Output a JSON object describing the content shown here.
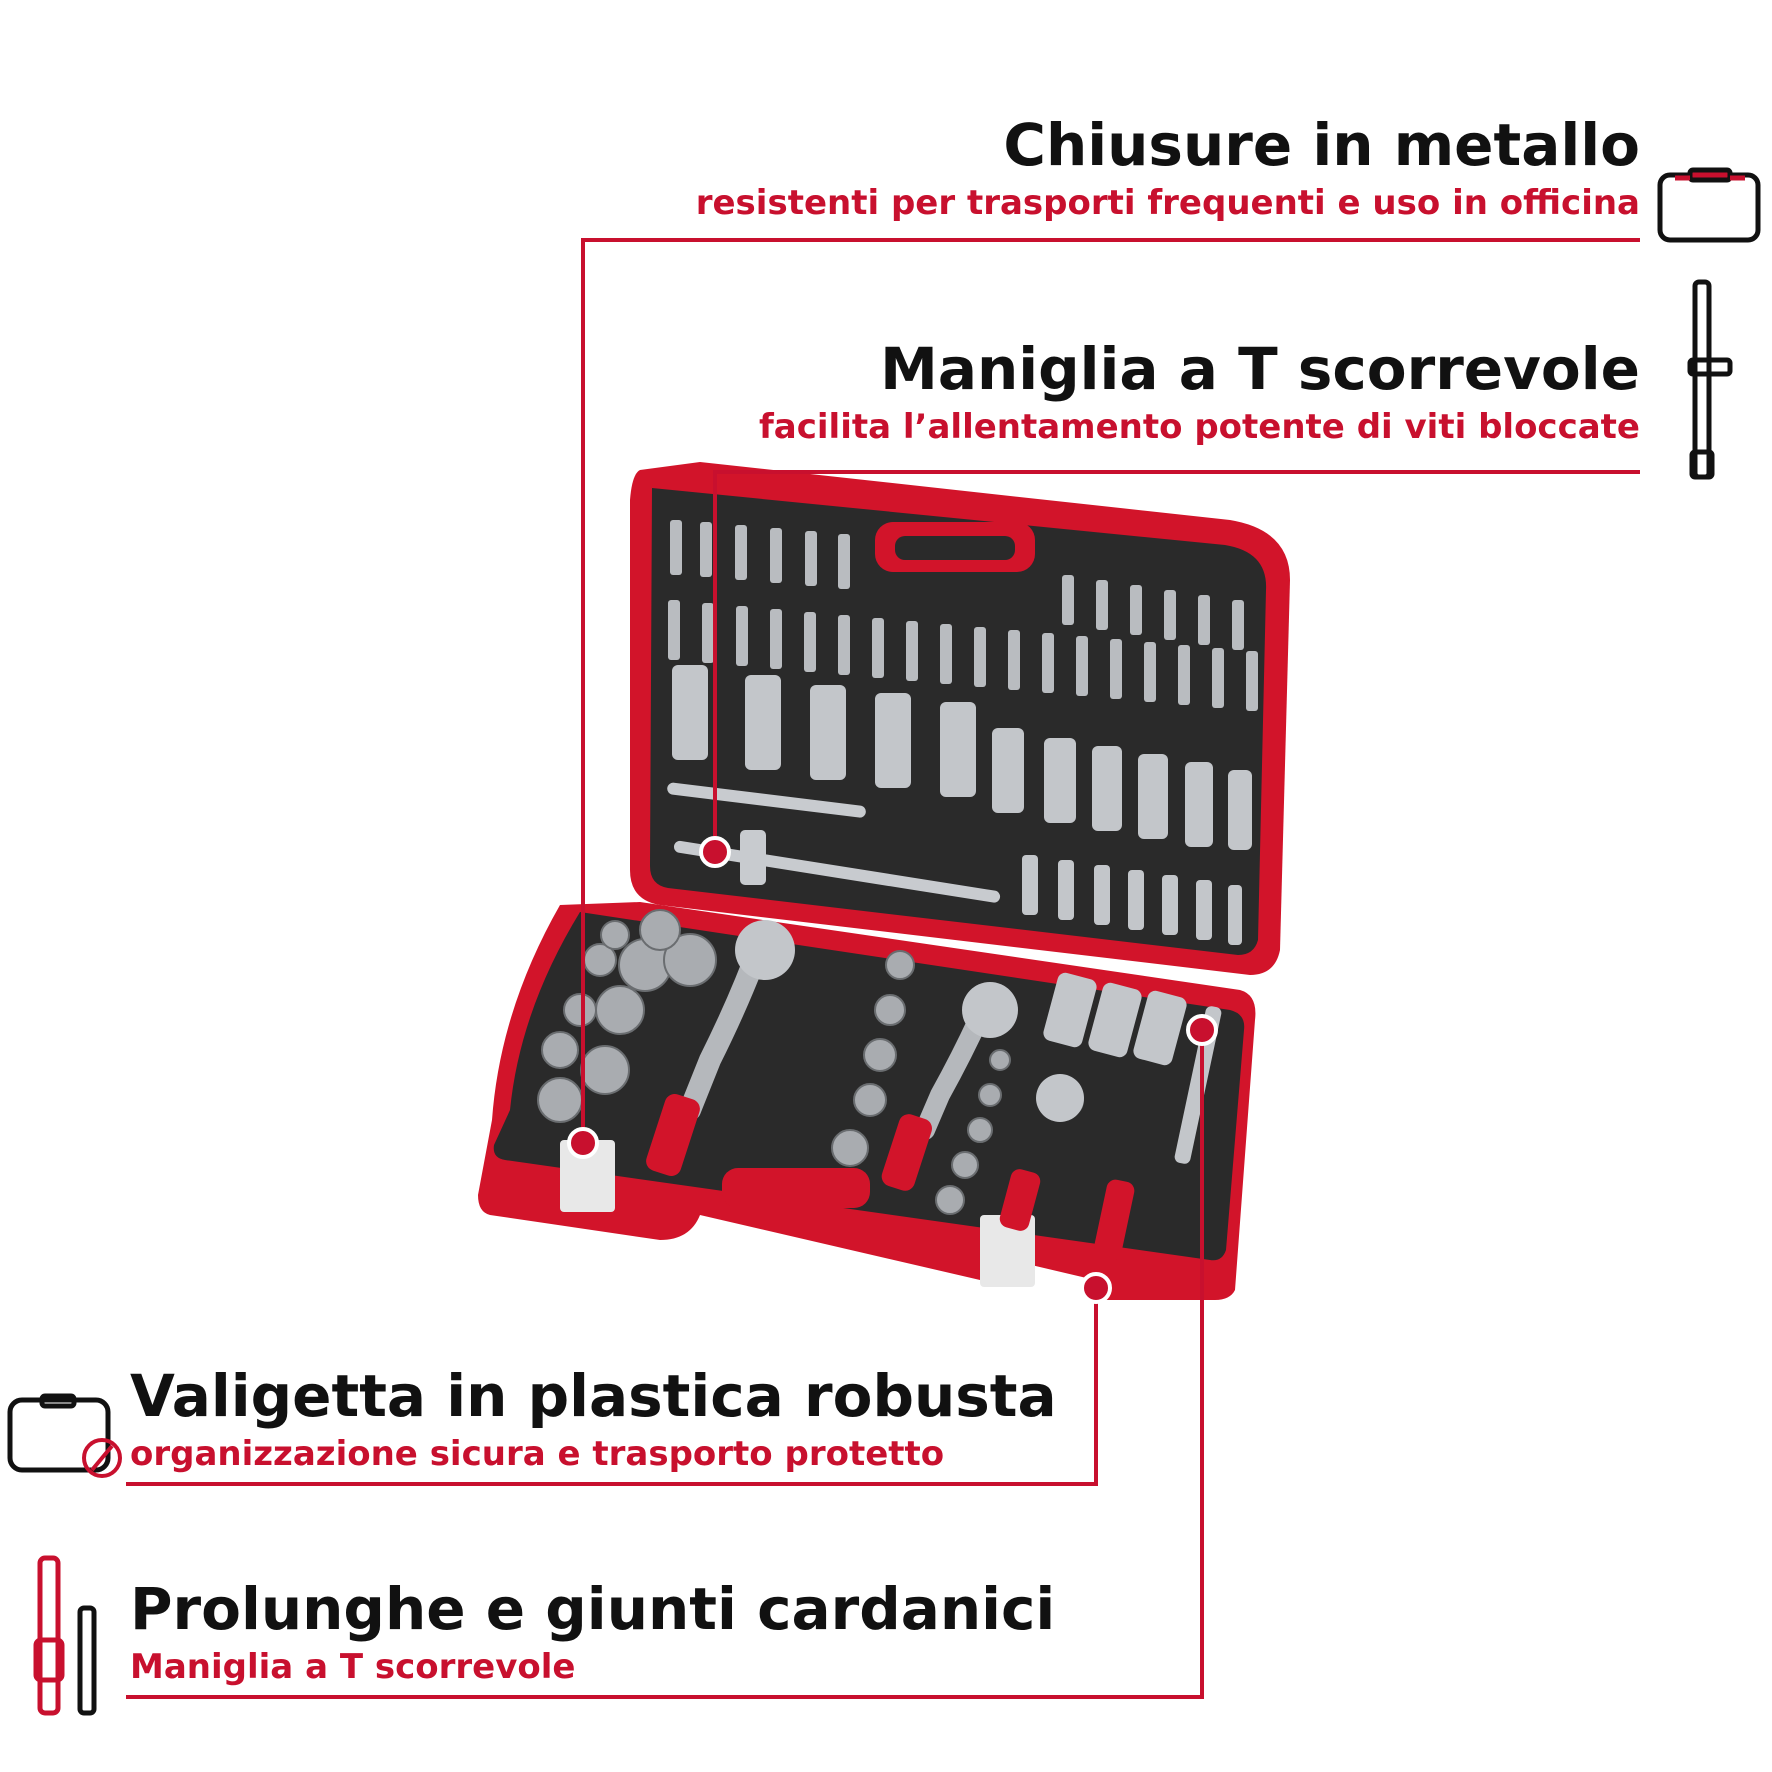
{
  "features": [
    {
      "title": "Chiusure in metallo",
      "subtitle": "resistenti per trasporti frequenti e uso in officina",
      "icon": "case-latch-icon"
    },
    {
      "title": "Maniglia a T scorrevole",
      "subtitle": "facilita l’allentamento potente di viti bloccate",
      "icon": "t-handle-icon"
    },
    {
      "title": "Valigetta in plastica robusta",
      "subtitle": "organizzazione sicura e trasporto protetto",
      "icon": "case-icon"
    },
    {
      "title": "Prolunghe e giunti cardanici",
      "subtitle": "Maniglia a T scorrevole",
      "icon": "extension-bars-icon"
    }
  ],
  "colors": {
    "accent": "#c8102e",
    "text": "#111111",
    "case_red": "#d2142a",
    "case_black": "#2a2a2a",
    "metal": "#b9bcc0"
  }
}
